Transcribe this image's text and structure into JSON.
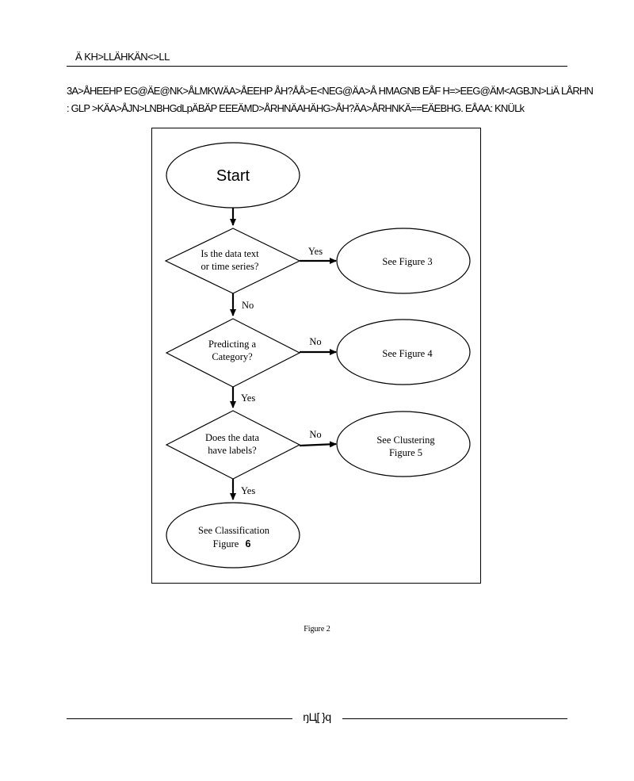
{
  "header": {
    "running_title": "Ä KH>LLÄHKÄN<>LL"
  },
  "intro": {
    "line1": "3A>ÅHEEHP EG@ÄE@NK>ÅLMKWÄA>ÅEEHP ÅH?ÅÅ>E<NEG@ÄA>Å HMAGNB EÅF H=>EEG@ÄM<AGBJN>LiÄ LÅRHN",
    "line2": ": GLP >KÄA>ÅJN>LNBHGdLpÄBÄP EEEÄMD>ÅRHNÄAHÄHG>ÅH?ÄA>ÅRHNKÄ==EÄEBHG. EÅAA: KNÜLk"
  },
  "figure": {
    "caption": "Figure 2",
    "nodes": {
      "start": "Start",
      "q1_line1": "Is the data text",
      "q1_line2": "or time series?",
      "r1": "See Figure 3",
      "q2_line1": "Predicting a",
      "q2_line2": "Category?",
      "r2": "See Figure 4",
      "q3_line1": "Does the data",
      "q3_line2": "have labels?",
      "r3_line1": "See Clustering",
      "r3_line2": "Figure 5",
      "end_line1": "See Classification",
      "end_line2": "Figure",
      "end_number": "6"
    },
    "edges": {
      "q1_yes": "Yes",
      "q1_no": "No",
      "q2_no": "No",
      "q2_yes": "Yes",
      "q3_no": "No",
      "q3_yes": "Yes"
    }
  },
  "footer": {
    "page_number": "ŋЦ[ }q"
  }
}
